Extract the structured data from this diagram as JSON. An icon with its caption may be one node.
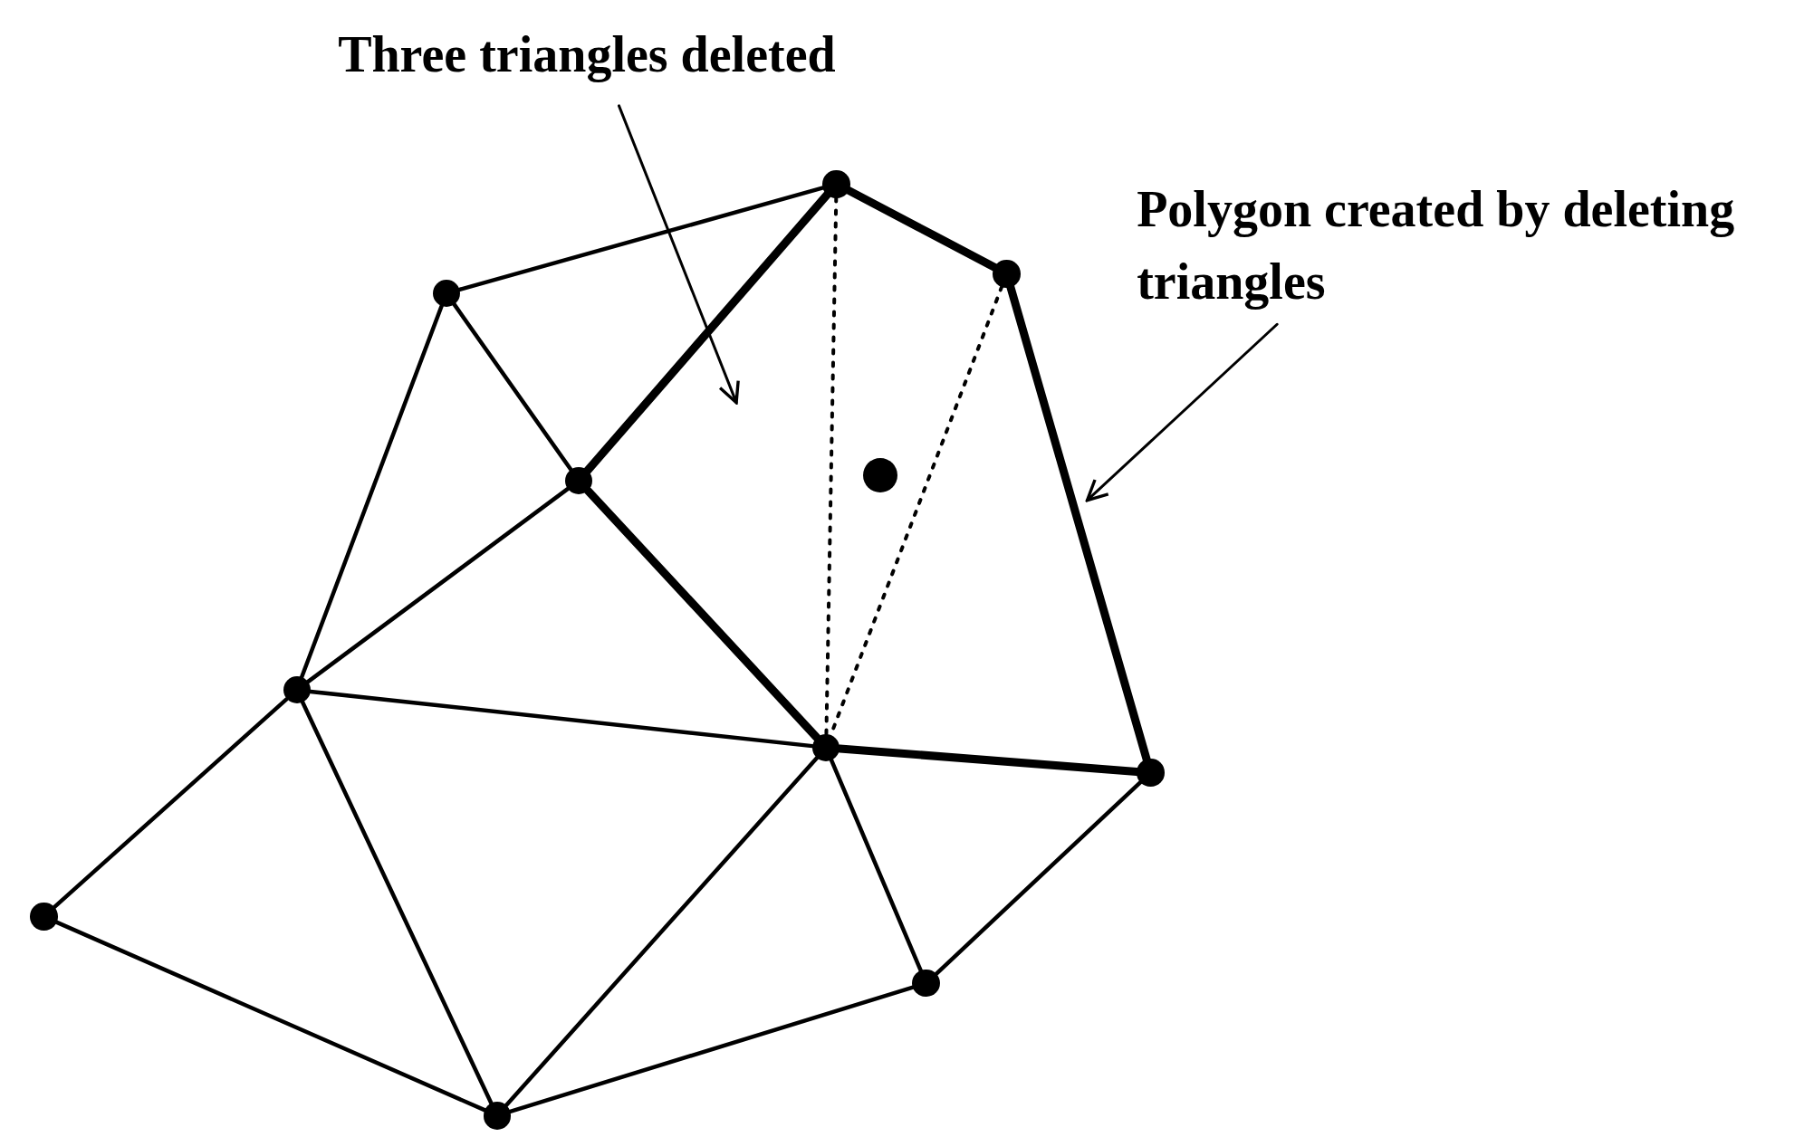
{
  "diagram": {
    "nodes": [
      {
        "text": [
          "Three triangles deleted"
        ]
      },
      {
        "text": [
          "Polygon created by deleting triangles"
        ]
      },
      {
        "text": [],
        "shape": "circle"
      },
      {
        "text": [],
        "shape": "circle"
      },
      {
        "text": [],
        "shape": "circle"
      },
      {
        "text": [],
        "shape": "circle"
      },
      {
        "text": [],
        "shape": "circle"
      },
      {
        "text": [],
        "shape": "circle"
      },
      {
        "text": [],
        "shape": "circle"
      },
      {
        "text": [],
        "shape": "circle"
      },
      {
        "text": [],
        "shape": "circle"
      },
      {
        "text": [],
        "shape": "circle"
      },
      {
        "text": [],
        "shape": "circle"
      }
    ],
    "edges": [
      {
        "from": 4,
        "to": 2,
        "arrow": "none"
      },
      {
        "from": 2,
        "to": 3,
        "arrow": "none",
        "style": "thick"
      },
      {
        "from": 2,
        "to": 6,
        "arrow": "none",
        "style": "thick"
      },
      {
        "from": 3,
        "to": 9,
        "arrow": "none",
        "style": "thick"
      },
      {
        "from": 4,
        "to": 6,
        "arrow": "none"
      },
      {
        "from": 4,
        "to": 7,
        "arrow": "none"
      },
      {
        "from": 6,
        "to": 7,
        "arrow": "none"
      },
      {
        "from": 6,
        "to": 8,
        "arrow": "none",
        "style": "thick"
      },
      {
        "from": 7,
        "to": 8,
        "arrow": "none"
      },
      {
        "from": 8,
        "to": 9,
        "arrow": "none",
        "style": "thick"
      },
      {
        "from": 2,
        "to": 8,
        "arrow": "none",
        "style": "dashed"
      },
      {
        "from": 3,
        "to": 8,
        "arrow": "none",
        "style": "dashed"
      },
      {
        "from": 7,
        "to": 10,
        "arrow": "none"
      },
      {
        "from": 7,
        "to": 12,
        "arrow": "none"
      },
      {
        "from": 10,
        "to": 12,
        "arrow": "none"
      },
      {
        "from": 12,
        "to": 8,
        "arrow": "none"
      },
      {
        "from": 8,
        "to": 11,
        "arrow": "none"
      },
      {
        "from": 9,
        "to": 11,
        "arrow": "none"
      },
      {
        "from": 12,
        "to": 11,
        "arrow": "none"
      },
      {
        "from": 0,
        "to": null,
        "arrow": "to"
      },
      {
        "from": 1,
        "to": null,
        "arrow": "to"
      }
    ]
  }
}
